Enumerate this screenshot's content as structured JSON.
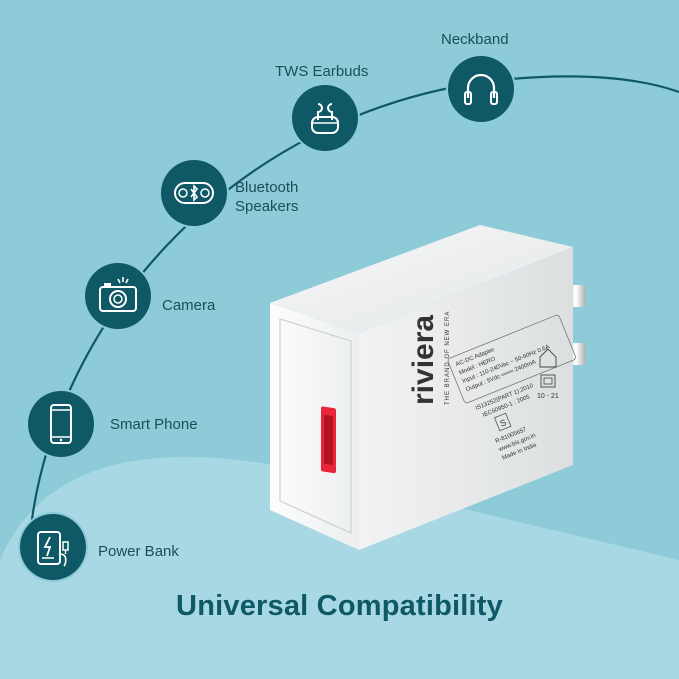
{
  "devices": [
    {
      "label": "Neckband",
      "icon": "headphones-icon"
    },
    {
      "label": "TWS Earbuds",
      "icon": "earbuds-icon"
    },
    {
      "label_line1": "Bluetooth",
      "label_line2": "Speakers",
      "icon": "speaker-icon"
    },
    {
      "label": "Camera",
      "icon": "camera-icon"
    },
    {
      "label": "Smart Phone",
      "icon": "smartphone-icon"
    },
    {
      "label": "Power Bank",
      "icon": "power-bank-icon"
    }
  ],
  "headline": "Universal Compatibility",
  "product": {
    "brand": "riviera",
    "tagline": "THE BRAND OF NEW ERA",
    "label_lines": [
      "AC-DC Adapter",
      "Model : HERO",
      "Input : 110-240Vac ~ 50-60Hz 0.6A",
      "Output : 5Vdc ═══ 2400mA",
      "IS13252(PART 1):2010",
      "IEC60950-1 : 2005",
      "R-81005657",
      "www.bis.gov.in",
      "Made In India"
    ],
    "date_code": "10 - 21"
  },
  "colors": {
    "background": "#8ecbd9",
    "accent": "#0f5865",
    "usb_port": "#e8253a"
  }
}
